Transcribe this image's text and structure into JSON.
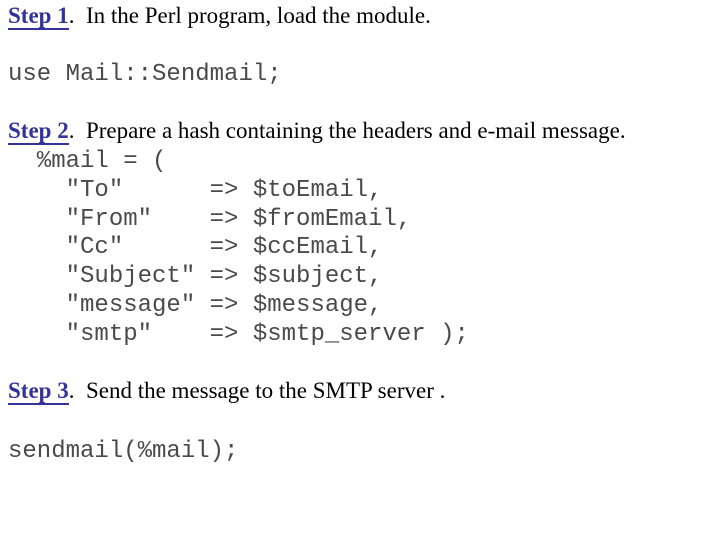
{
  "page": {
    "background": "#ffffff",
    "heading_color": "#333399",
    "code_color": "#4a4a4a",
    "body_text_color": "#000000"
  },
  "steps": [
    {
      "label": "Step 1",
      "rest": ".  In the Perl program, load the module."
    },
    {
      "label": "Step 2",
      "rest": ".  Prepare a hash containing the headers and e-mail message."
    },
    {
      "label": "Step 3",
      "rest": ".  Send the message to the SMTP server ."
    }
  ],
  "code": {
    "use_statement": "use Mail::Sendmail;",
    "hash_block": "  %mail = (\n    \"To\"      => $toEmail,\n    \"From\"    => $fromEmail,\n    \"Cc\"      => $ccEmail,\n    \"Subject\" => $subject,\n    \"message\" => $message,\n    \"smtp\"    => $smtp_server );",
    "send_statement": "sendmail(%mail);"
  }
}
